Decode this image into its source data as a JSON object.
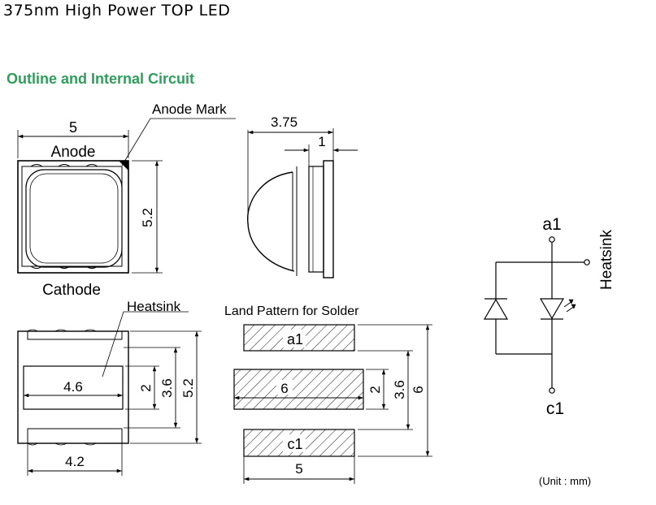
{
  "header": {
    "title": "375nm High Power TOP LED",
    "section_title": "Outline and Internal Circuit",
    "section_color": "#2e9e5b"
  },
  "top_view": {
    "width_dim": "5",
    "height_dim": "5.2",
    "anode_label": "Anode",
    "cathode_label": "Cathode",
    "anode_mark_label": "Anode Mark"
  },
  "side_view": {
    "depth_dim": "3.75",
    "step_dim": "1"
  },
  "bottom_view": {
    "heatsink_label": "Heatsink",
    "heatsink_width_dim": "4.6",
    "heatsink_height_dim": "2",
    "pad_span_dim": "3.6",
    "total_height_dim": "5.2",
    "pad_width_dim": "4.2"
  },
  "land_pattern": {
    "title": "Land Pattern for Solder",
    "pad_a_label": "a1",
    "pad_c_label": "c1",
    "center_width_dim": "6",
    "center_height_dim": "2",
    "span_dim": "3.6",
    "total_dim": "6",
    "pad_width_dim": "5"
  },
  "circuit": {
    "anode_label": "a1",
    "cathode_label": "c1",
    "heatsink_label": "Heatsink"
  },
  "unit_note": "(Unit : mm)"
}
